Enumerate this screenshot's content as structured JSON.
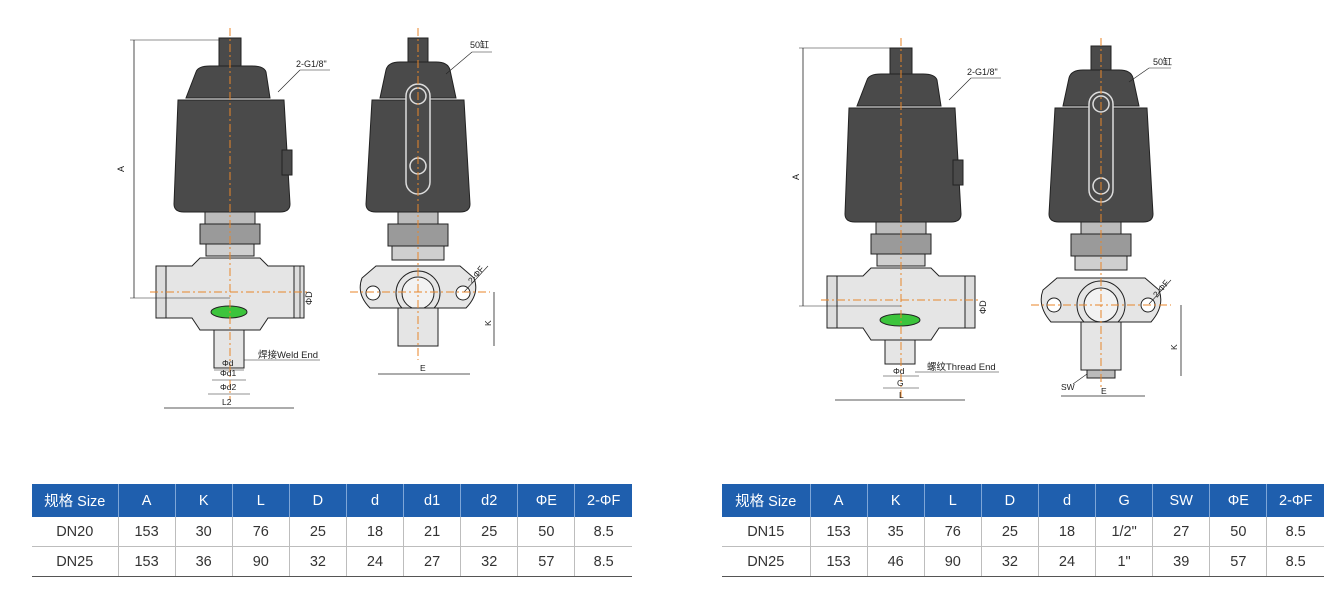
{
  "left_drawing": {
    "labels": {
      "port": "2-G1/8\"",
      "cylinder": "50缸",
      "dim_a": "A",
      "dim_d": "ΦD",
      "dim_k": "K",
      "dim_phid": "Φd",
      "dim_phid1": "Φd1",
      "dim_phid2": "Φd2",
      "dim_l2": "L2",
      "dim_e": "E",
      "dim_2phif": "2-ΦF",
      "end_type": "焊接Weld End"
    }
  },
  "right_drawing": {
    "labels": {
      "port": "2-G1/8\"",
      "cylinder": "50缸",
      "dim_a": "A",
      "dim_d": "ΦD",
      "dim_k": "K",
      "dim_phid": "Φd",
      "dim_g": "G",
      "dim_l": "L",
      "dim_sw": "SW",
      "dim_e": "E",
      "dim_2phif": "2-ΦF",
      "end_type": "螺纹Thread End"
    }
  },
  "left_table": {
    "headers": [
      "规格 Size",
      "A",
      "K",
      "L",
      "D",
      "d",
      "d1",
      "d2",
      "ΦE",
      "2-ΦF"
    ],
    "rows": [
      [
        "DN20",
        "153",
        "30",
        "76",
        "25",
        "18",
        "21",
        "25",
        "50",
        "8.5"
      ],
      [
        "DN25",
        "153",
        "36",
        "90",
        "32",
        "24",
        "27",
        "32",
        "57",
        "8.5"
      ]
    ]
  },
  "right_table": {
    "headers": [
      "规格 Size",
      "A",
      "K",
      "L",
      "D",
      "d",
      "G",
      "SW",
      "ΦE",
      "2-ΦF"
    ],
    "rows": [
      [
        "DN15",
        "153",
        "35",
        "76",
        "25",
        "18",
        "1/2\"",
        "27",
        "50",
        "8.5"
      ],
      [
        "DN25",
        "153",
        "46",
        "90",
        "32",
        "24",
        "1\"",
        "39",
        "57",
        "8.5"
      ]
    ]
  },
  "colors": {
    "header_bg": "#1f5fae",
    "header_text": "#ffffff",
    "actuator": "#4a4a4a",
    "centerline": "#e8862a",
    "seal": "#3cc43c"
  }
}
